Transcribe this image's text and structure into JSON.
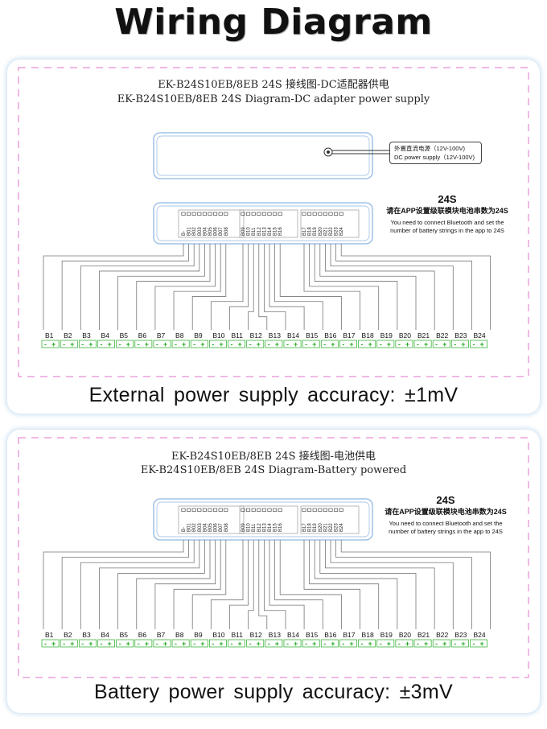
{
  "title": "Wiring Diagram",
  "panel1": {
    "header_cn": "EK-B24S10EB/8EB 24S 接线图-DC适配器供电",
    "header_en": "EK-B24S10EB/8EB 24S Diagram-DC adapter power supply",
    "dc_label_cn": "外置直流电源（12V-100V)",
    "dc_label_en": "DC power supply（12V-100V)",
    "cells_title": "24S",
    "cells_note_cn": "请在APP设置级联模块电池串数为24S",
    "cells_note_en_1": "You need to connect Bluetooth and set the",
    "cells_note_en_2": "number of battery strings in the app to 24S",
    "accuracy": "External power supply accuracy: ±1mV"
  },
  "panel2": {
    "header_cn": "EK-B24S10EB/8EB 24S 接线图-电池供电",
    "header_en": "EK-B24S10EB/8EB 24S Diagram-Battery powered",
    "cells_title": "24S",
    "cells_note_cn": "请在APP设置级联模块电池串数为24S",
    "cells_note_en_1": "You need to connect Bluetooth and set the",
    "cells_note_en_2": "number of battery strings in the app to 24S",
    "accuracy": "Battery power supply accuracy: ±3mV"
  },
  "connector_pins": [
    "B-",
    "B01",
    "B02",
    "B03",
    "B04",
    "B05",
    "B06",
    "B07",
    "B08",
    "B09",
    "B10",
    "B11",
    "B12",
    "B13",
    "B14",
    "B15",
    "B16",
    "B17",
    "B18",
    "B19",
    "B20",
    "B21",
    "B22",
    "B23",
    "B24"
  ],
  "batteries": [
    "B1",
    "B2",
    "B3",
    "B4",
    "B5",
    "B6",
    "B7",
    "B8",
    "B9",
    "B10",
    "B11",
    "B12",
    "B13",
    "B14",
    "B15",
    "B16",
    "B17",
    "B18",
    "B19",
    "B20",
    "B21",
    "B22",
    "B23",
    "B24"
  ],
  "terminal_minus": "-",
  "terminal_plus": "+",
  "colors": {
    "panel_glow": "#cfe3f3",
    "dash": "#e070c8",
    "module_stroke": "#8fb7e2",
    "terminal": "#22aa22",
    "wire": "#777777"
  }
}
